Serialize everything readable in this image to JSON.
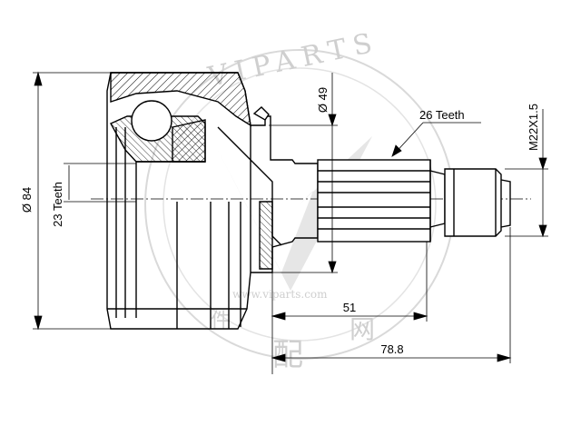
{
  "diagram": {
    "dimensions": {
      "outer_diameter": "Ø 84",
      "seal_diameter": "Ø 49",
      "inner_teeth": "23 Teeth",
      "outer_teeth": "26 Teeth",
      "thread": "M22X1.5",
      "length_51": "51",
      "length_total": "78.8"
    },
    "watermark": {
      "brand": "VIPARTS",
      "url": "www.viparts.com",
      "cjk_left": "配",
      "cjk_right": "网",
      "cjk_small": "件"
    }
  }
}
